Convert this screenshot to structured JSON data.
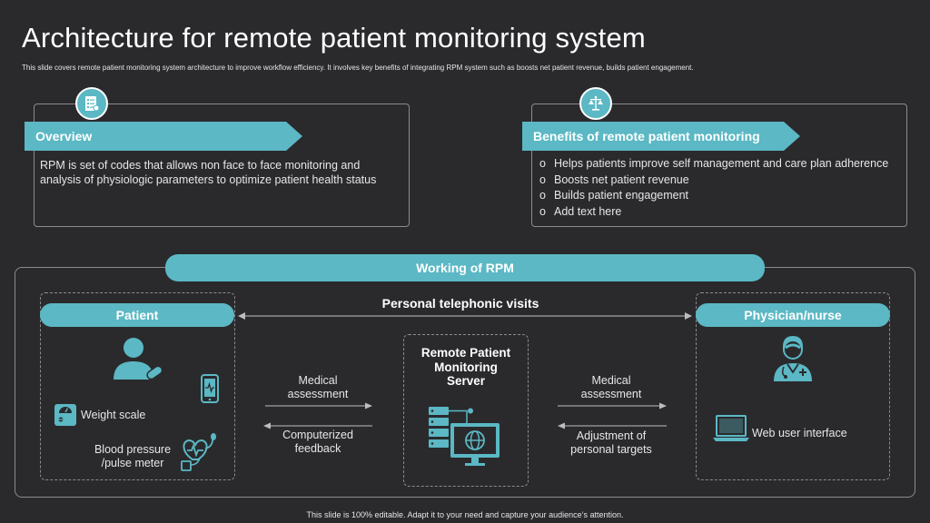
{
  "title": "Architecture for remote patient monitoring system",
  "subtitle": "This slide covers remote patient monitoring system architecture to improve workflow efficiency. It involves key benefits of integrating RPM  system such as boosts net patient revenue, builds patient engagement.",
  "overview": {
    "heading": "Overview",
    "text": "RPM is set of codes that allows non face to face monitoring and analysis of physiologic parameters to optimize patient health status",
    "icon": "checklist-icon"
  },
  "benefits": {
    "heading": "Benefits of remote patient monitoring",
    "icon": "scales-icon",
    "items": [
      "Helps patients improve self management and care plan adherence",
      "Boosts net patient revenue",
      "Builds patient engagement",
      "Add text here"
    ]
  },
  "working": {
    "heading": "Working of RPM",
    "telephonic_label": "Personal telephonic visits",
    "patient": {
      "heading": "Patient",
      "weight_label": "Weight scale",
      "bp_label": "Blood pressure\n/pulse meter"
    },
    "physician": {
      "heading": "Physician/nurse",
      "web_label": "Web user interface"
    },
    "server": {
      "heading": "Remote Patient\nMonitoring\nServer"
    },
    "left_flow": {
      "top": "Medical\nassessment",
      "bottom": "Computerized\nfeedback"
    },
    "right_flow": {
      "top": "Medical\nassessment",
      "bottom": "Adjustment of\npersonal targets"
    }
  },
  "footer": "This slide is 100% editable. Adapt it to your need and capture your audience’s attention.",
  "colors": {
    "background": "#2a2a2d",
    "accent": "#5bb8c4",
    "text": "#ffffff",
    "border": "#8b8b90"
  }
}
